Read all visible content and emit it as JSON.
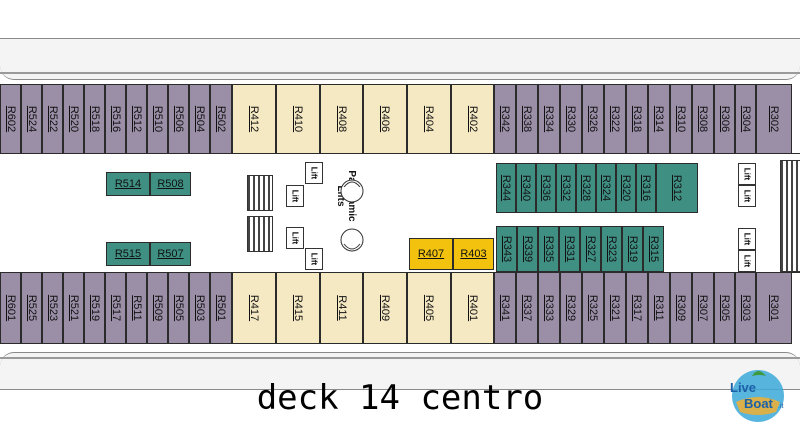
{
  "title": "deck 14 centro",
  "logo_text": "LiveBoat.it",
  "colors": {
    "outer_cabins": "#9b8fa8",
    "suites": "#f5e9c4",
    "inner_cabins": "#3f8f83",
    "highlight_cabins": "#f2c20f"
  },
  "facilities": {
    "lift_label": "Lift",
    "panoramic_lifts_label": "Panoramic Lifts"
  },
  "cabins": {
    "top_row": [
      "R602",
      "R524",
      "R522",
      "R520",
      "R518",
      "R516",
      "R512",
      "R510",
      "R506",
      "R504",
      "R502",
      "R412",
      "R410",
      "R408",
      "R406",
      "R404",
      "R402",
      "R342",
      "R338",
      "R334",
      "R330",
      "R326",
      "R322",
      "R318",
      "R314",
      "R310",
      "R308",
      "R306",
      "R304",
      "R302"
    ],
    "bottom_row": [
      "R601",
      "R525",
      "R523",
      "R521",
      "R519",
      "R517",
      "R511",
      "R509",
      "R505",
      "R503",
      "R501",
      "R417",
      "R415",
      "R411",
      "R409",
      "R405",
      "R401",
      "R341",
      "R337",
      "R333",
      "R329",
      "R325",
      "R321",
      "R317",
      "R311",
      "R309",
      "R307",
      "R305",
      "R303",
      "R301"
    ],
    "inner_upper_left": [
      "R514",
      "R508"
    ],
    "inner_lower_left": [
      "R515",
      "R507"
    ],
    "inner_upper_right": [
      "R344",
      "R340",
      "R336",
      "R332",
      "R328",
      "R324",
      "R320",
      "R316",
      "R312"
    ],
    "inner_lower_right": [
      "R343",
      "R339",
      "R335",
      "R331",
      "R327",
      "R323",
      "R319",
      "R315"
    ],
    "gold_lower": [
      "R407",
      "R403"
    ]
  }
}
